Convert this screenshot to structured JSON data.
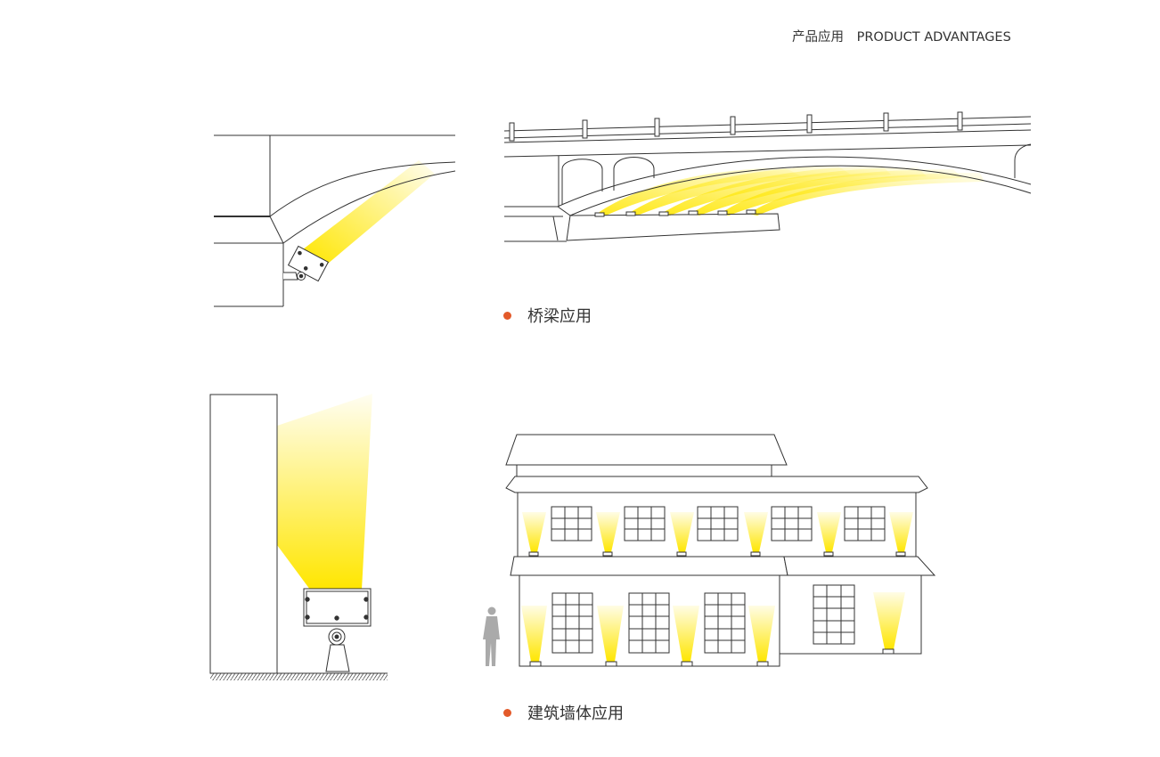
{
  "header": {
    "title_cn": "产品应用",
    "title_en": "PRODUCT ADVANTAGES"
  },
  "sections": [
    {
      "caption": "桥梁应用"
    },
    {
      "caption": "建筑墙体应用"
    }
  ],
  "colors": {
    "light": "#ffe600",
    "line": "#333333",
    "bullet": "#e35a2a"
  }
}
